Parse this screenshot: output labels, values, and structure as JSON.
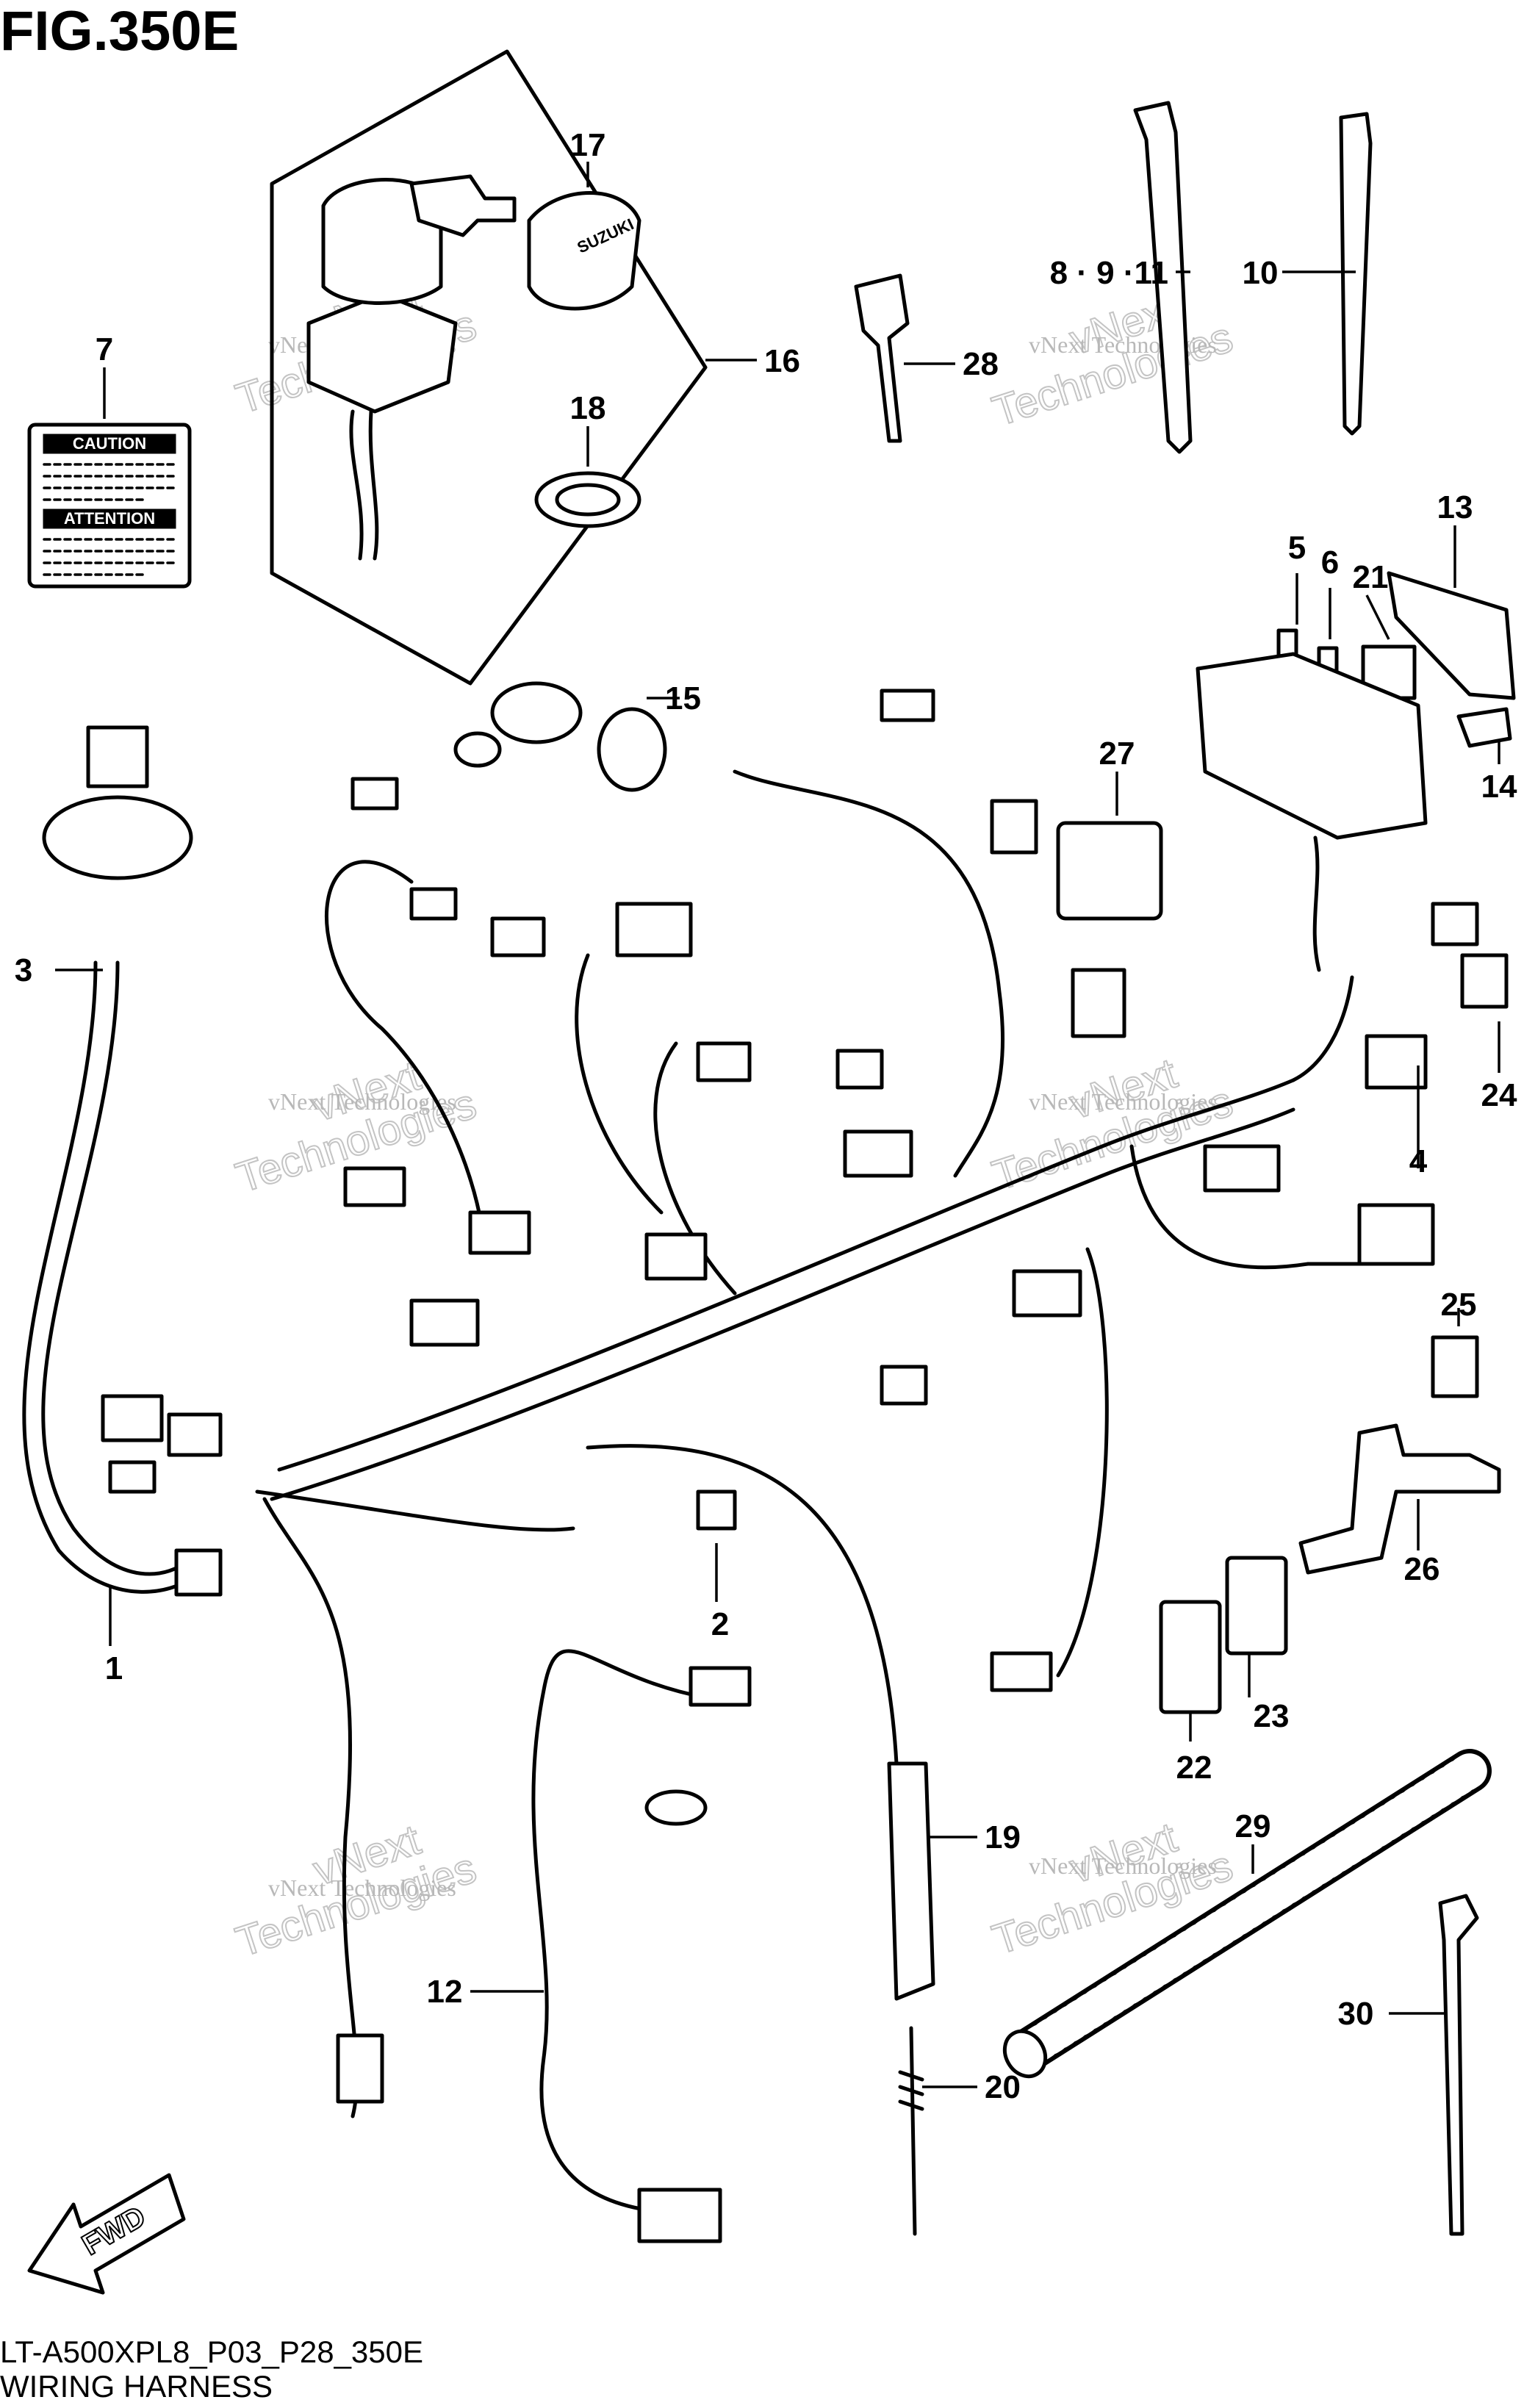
{
  "figure": {
    "title": "FIG.350E",
    "code": "LT-A500XPL8_P03_P28_350E",
    "name": "WIRING HARNESS"
  },
  "callouts": {
    "c1": "1",
    "c2": "2",
    "c3": "3",
    "c4": "4",
    "c5": "5",
    "c6": "6",
    "c7": "7",
    "c8_9_11": "8 · 9 ·11",
    "c10": "10",
    "c12": "12",
    "c13": "13",
    "c14": "14",
    "c15": "15",
    "c16": "16",
    "c17": "17",
    "c18": "18",
    "c19": "19",
    "c20": "20",
    "c21": "21",
    "c22": "22",
    "c23": "23",
    "c24": "24",
    "c25": "25",
    "c26": "26",
    "c27": "27",
    "c28": "28",
    "c29": "29",
    "c30": "30"
  },
  "caution_label": {
    "top": "CAUTION",
    "bottom": "ATTENTION"
  },
  "key_brand": "SUZUKI",
  "fwd_label": "FWD",
  "watermark": {
    "line1": "vNext Technologies",
    "line2": "Technologies",
    "line3": "vNext"
  }
}
